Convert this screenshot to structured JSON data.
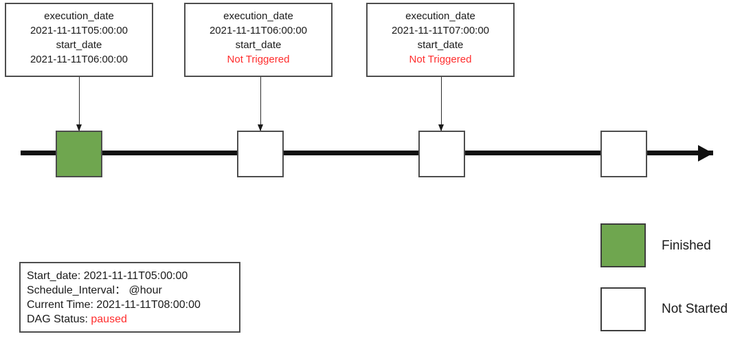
{
  "callouts": [
    {
      "id": "callout-execution-1",
      "execution_label": "execution_date",
      "execution_value": "2021-11-11T05:00:00",
      "start_label": "start_date",
      "start_value": "2021-11-11T06:00:00",
      "start_value_state": "triggered"
    },
    {
      "id": "callout-execution-2",
      "execution_label": "execution_date",
      "execution_value": "2021-11-11T06:00:00",
      "start_label": "start_date",
      "start_value": "Not Triggered",
      "start_value_state": "not-triggered"
    },
    {
      "id": "callout-execution-3",
      "execution_label": "execution_date",
      "execution_value": "2021-11-11T07:00:00",
      "start_label": "start_date",
      "start_value": "Not Triggered",
      "start_value_state": "not-triggered"
    }
  ],
  "timeline": {
    "nodes": [
      {
        "id": "node-1",
        "status": "Finished",
        "fill": "#6fa64f"
      },
      {
        "id": "node-2",
        "status": "Not Started",
        "fill": "#ffffff"
      },
      {
        "id": "node-3",
        "status": "Not Started",
        "fill": "#ffffff"
      },
      {
        "id": "node-4",
        "status": "Not Started",
        "fill": "#ffffff"
      }
    ],
    "direction_icon": "arrow-right-icon"
  },
  "legend": {
    "items": [
      {
        "label": "Finished",
        "color": "#6fa64f"
      },
      {
        "label": "Not Started",
        "color": "#ffffff"
      }
    ]
  },
  "info": {
    "start_date": "Start_date: 2021-11-11T05:00:00",
    "schedule_interval": "Schedule_Interval：  @hour",
    "current_time": "Current Time: 2021-11-11T08:00:00",
    "dag_status_label": "DAG Status:",
    "dag_status_value": "paused"
  },
  "colors": {
    "finished": "#6fa64f",
    "alert_red": "#ff2d2d",
    "stroke": "#4d4d4d",
    "axis": "#111111"
  }
}
